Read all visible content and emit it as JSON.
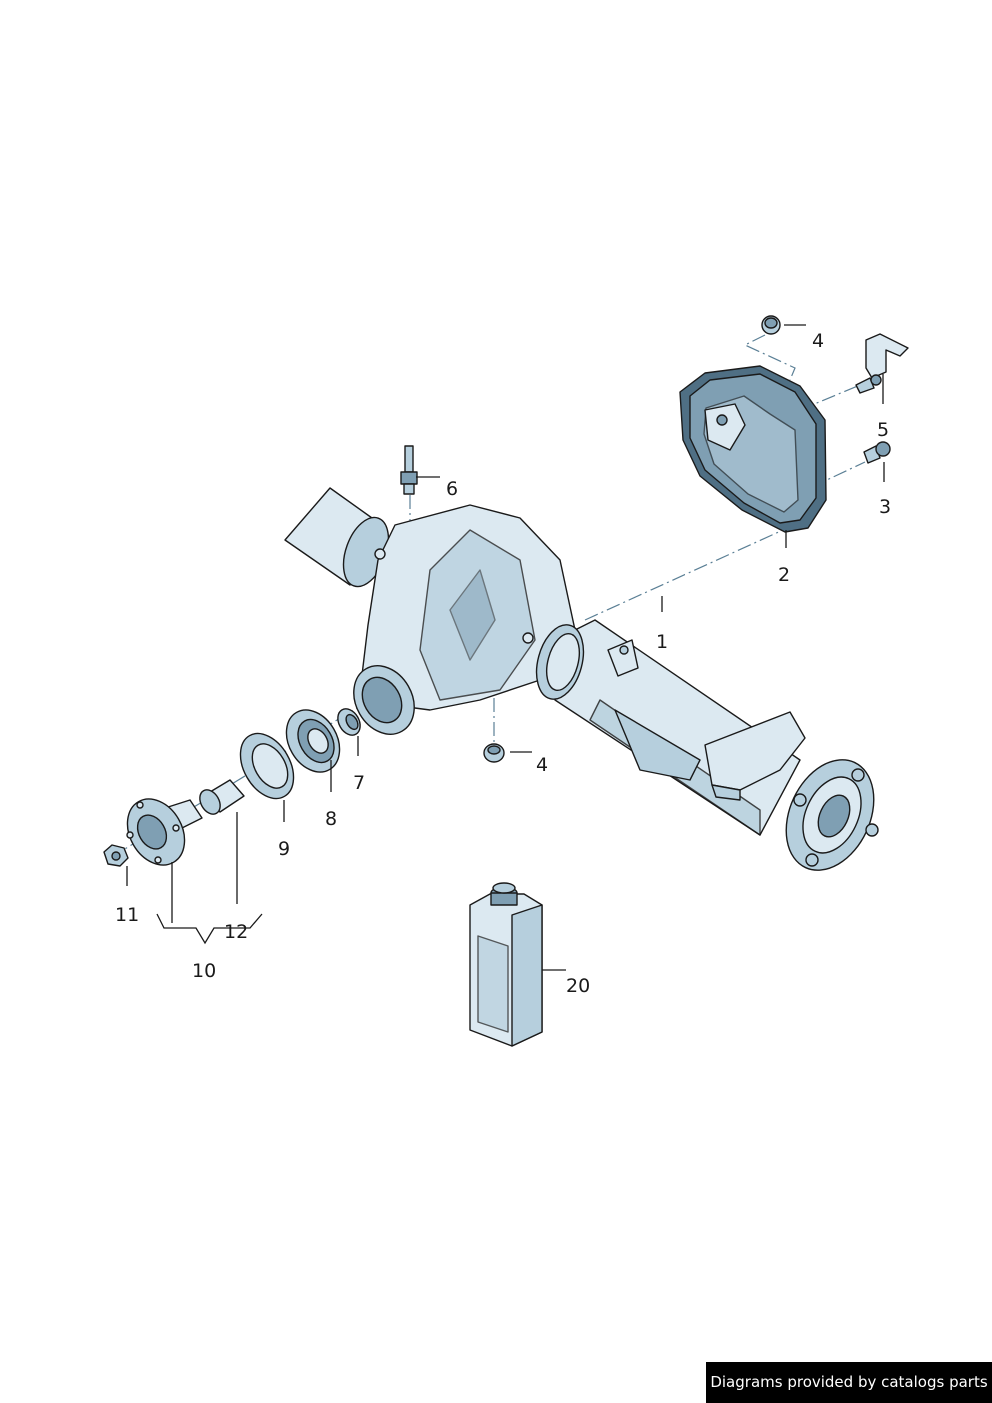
{
  "callouts": [
    {
      "id": "1",
      "text": "1"
    },
    {
      "id": "2",
      "text": "2"
    },
    {
      "id": "3",
      "text": "3"
    },
    {
      "id": "4a",
      "text": "4"
    },
    {
      "id": "4b",
      "text": "4"
    },
    {
      "id": "5",
      "text": "5"
    },
    {
      "id": "6",
      "text": "6"
    },
    {
      "id": "7",
      "text": "7"
    },
    {
      "id": "8",
      "text": "8"
    },
    {
      "id": "9",
      "text": "9"
    },
    {
      "id": "10",
      "text": "10"
    },
    {
      "id": "11",
      "text": "11"
    },
    {
      "id": "12",
      "text": "12"
    },
    {
      "id": "20",
      "text": "20"
    }
  ],
  "footer": {
    "credit": "Diagrams provided by catalogs parts"
  },
  "colors": {
    "part_light": "#dce9f1",
    "part_mid": "#b6cfdd",
    "part_dark": "#7f9fb3",
    "outline": "#1a1a1a",
    "axis_line": "#5a7f95"
  }
}
